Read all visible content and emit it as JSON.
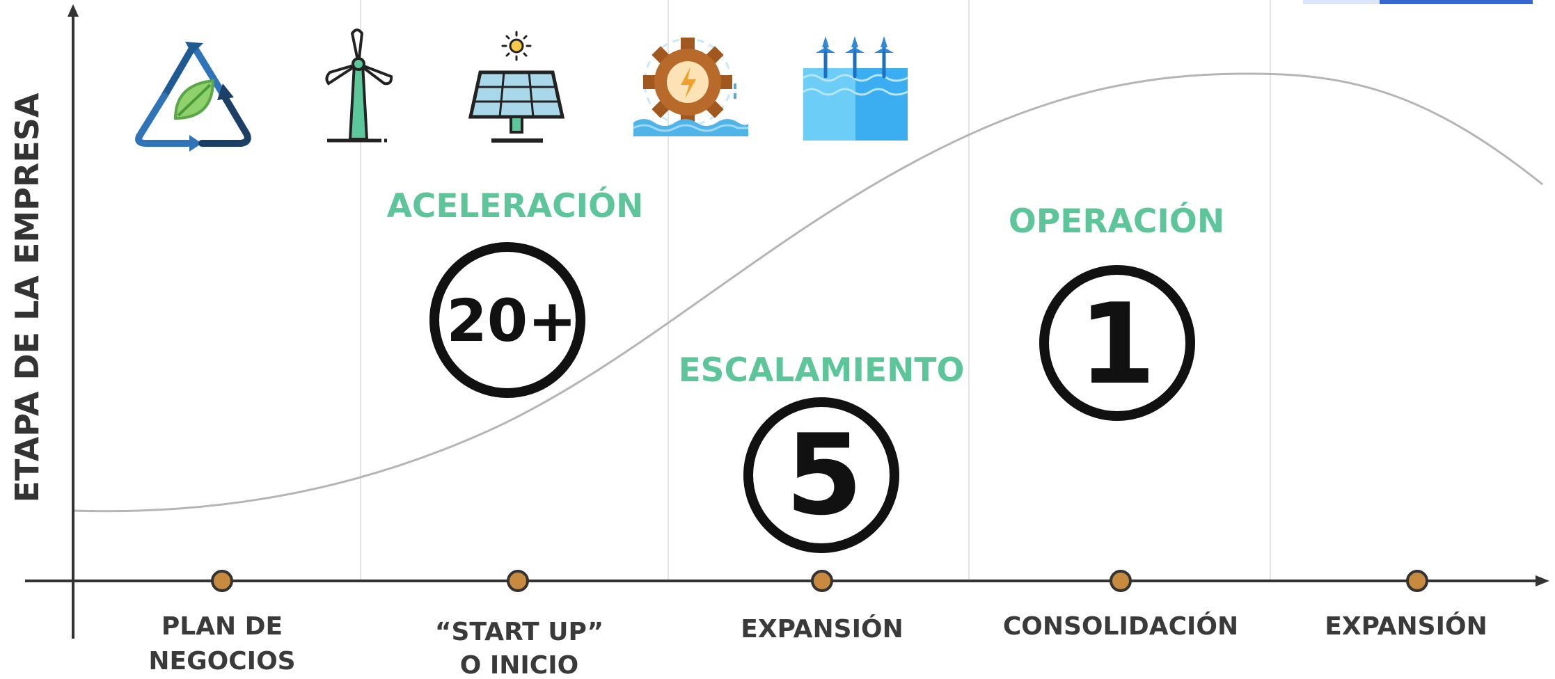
{
  "diagram": {
    "y_axis_label": "ETAPA DE LA EMPRESA",
    "phases": [
      {
        "line1": "PLAN DE",
        "line2": "NEGOCIOS"
      },
      {
        "line1": "“START UP”",
        "line2": "O INICIO"
      },
      {
        "line1": "EXPANSIÓN",
        "line2": ""
      },
      {
        "line1": "CONSOLIDACIÓN",
        "line2": ""
      },
      {
        "line1": "EXPANSIÓN",
        "line2": ""
      }
    ],
    "stages": [
      {
        "title": "ACELERACIÓN",
        "count": "20+"
      },
      {
        "title": "ESCALAMIENTO",
        "count": "5"
      },
      {
        "title": "OPERACIÓN",
        "count": "1"
      }
    ],
    "icons": [
      "recycle-leaf-icon",
      "wind-turbine-icon",
      "solar-panel-icon",
      "hydro-turbine-icon",
      "offshore-wind-icon"
    ],
    "colors": {
      "accent_green": "#5cc59a",
      "milestone_dot": "#c88a3e",
      "axis": "#333333",
      "curve": "#b5b5b5",
      "circle": "#111111"
    }
  }
}
